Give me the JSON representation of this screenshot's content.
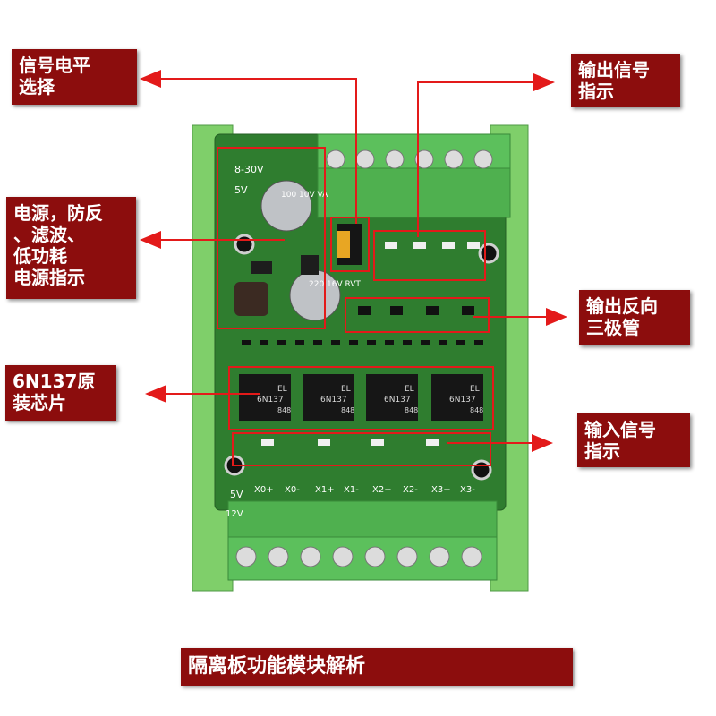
{
  "labels": {
    "signal_level": "信号电平\n选择",
    "output_indicator": "输出信号\n指示",
    "power": "电源，防反\n、滤波、\n低功耗\n电源指示",
    "output_transistor": "输出反向\n三极管",
    "chip": "6N137原\n装芯片",
    "input_indicator": "输入信号\n指示",
    "caption": "隔离板功能模块解析"
  },
  "board": {
    "voltage_range": "8-30V",
    "level_5v": "5V",
    "level_12v": "12V",
    "capacitor_top": "100\n10V\nVA",
    "capacitor_bottom": "220\n16V\nRVT",
    "chips": [
      {
        "brand": "EL",
        "model": "6N137",
        "code": "848"
      },
      {
        "brand": "EL",
        "model": "6N137",
        "code": "848"
      },
      {
        "brand": "EL",
        "model": "6N137",
        "code": "848"
      },
      {
        "brand": "EL",
        "model": "6N137",
        "code": "848"
      }
    ],
    "input_pins": [
      "X0+",
      "X0-",
      "X1+",
      "X1-",
      "X2+",
      "X2-",
      "X3+",
      "X3-"
    ]
  },
  "colors": {
    "label_bg": "#8c0d0d",
    "arrow": "#e31a1a",
    "pcb": "#2f7d2f",
    "terminal": "#5cc05c",
    "rail": "#7fcf6a"
  }
}
